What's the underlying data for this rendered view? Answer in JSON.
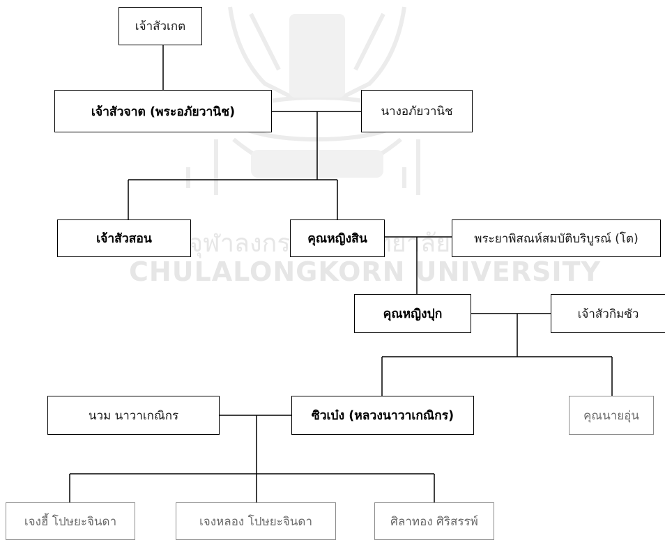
{
  "watermark": {
    "line1": "จุฬาลงกรณ์มหาวิทยาลัย",
    "line2": "CHULALONGKORN UNIVERSITY"
  },
  "people": {
    "kate": "เจ้าสัวเกต",
    "jat": "เจ้าสัวจาต (พระอภัยวานิช)",
    "nang_aphai": "นางอภัยวานิช",
    "sorn": "เจ้าสัวสอน",
    "khunying_sin": "คุณหญิงสิน",
    "phraya_phisan": "พระยาพิสณห์สมบัติบริบูรณ์ (โต)",
    "khunying_puk": "คุณหญิงปุก",
    "kimsua": "เจ้าสัวกิมซัว",
    "nuam": "นวม นาวาเกณิกร",
    "siw_beng": "ซิวเบ๋ง (หลวงนาวาเกณิกร)",
    "khunnai_un": "คุณนายอุ่น",
    "jeng_hi": "เจงฮี้ โปษยะจินดา",
    "jeng_luang": "เจงหลอง โปษยะจินดา",
    "silathong": "ศิลาทอง ศิริสรรพ์"
  },
  "colors": {
    "line": "#000000",
    "border": "#000000",
    "muted_border": "#8c8c8c",
    "watermark": "#e6e6e6"
  }
}
